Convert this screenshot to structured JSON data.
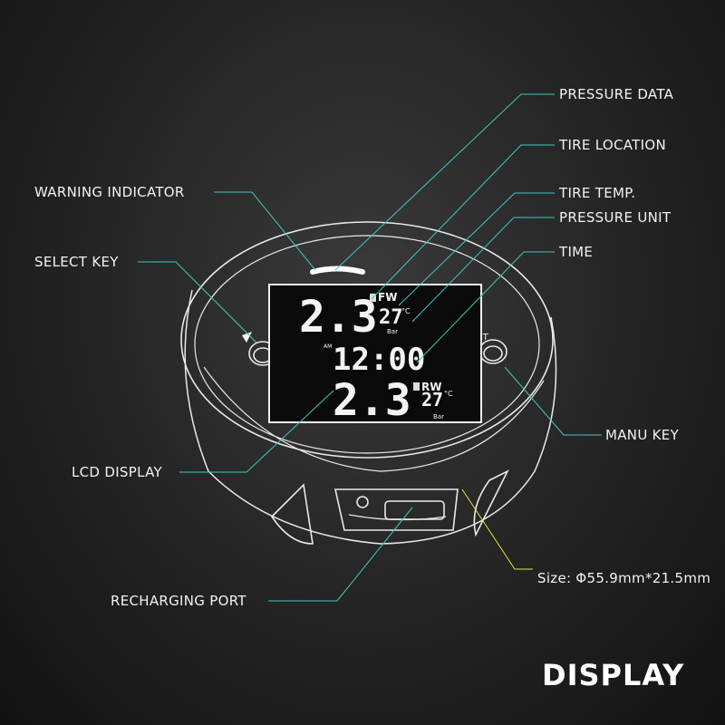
{
  "labels": {
    "pressure_data": "PRESSURE DATA",
    "tire_location": "TIRE LOCATION",
    "tire_temp": "TIRE TEMP.",
    "pressure_unit": "PRESSURE UNIT",
    "time": "TIME",
    "warning_indicator": "WARNING INDICATOR",
    "select_key": "SELECT KEY",
    "manu_key": "MANU KEY",
    "lcd_display": "LCD DISPLAY",
    "recharging_port": "RECHARGING PORT",
    "size": "Size: Φ55.9mm*21.5mm"
  },
  "title": "DISPLAY",
  "screen": {
    "front_pressure": "2.3",
    "front_location": "FW",
    "front_temp": "27",
    "temp_unit": "°C",
    "pressure_unit": "Bar",
    "time_prefix": "AM",
    "time": "12:00",
    "rear_pressure": "2.3",
    "rear_location": "RW",
    "rear_temp": "27"
  },
  "device": {
    "set_key_label": "SET"
  },
  "colors": {
    "leader_line": "#3fc7c0",
    "size_line": "#e6e24a"
  }
}
